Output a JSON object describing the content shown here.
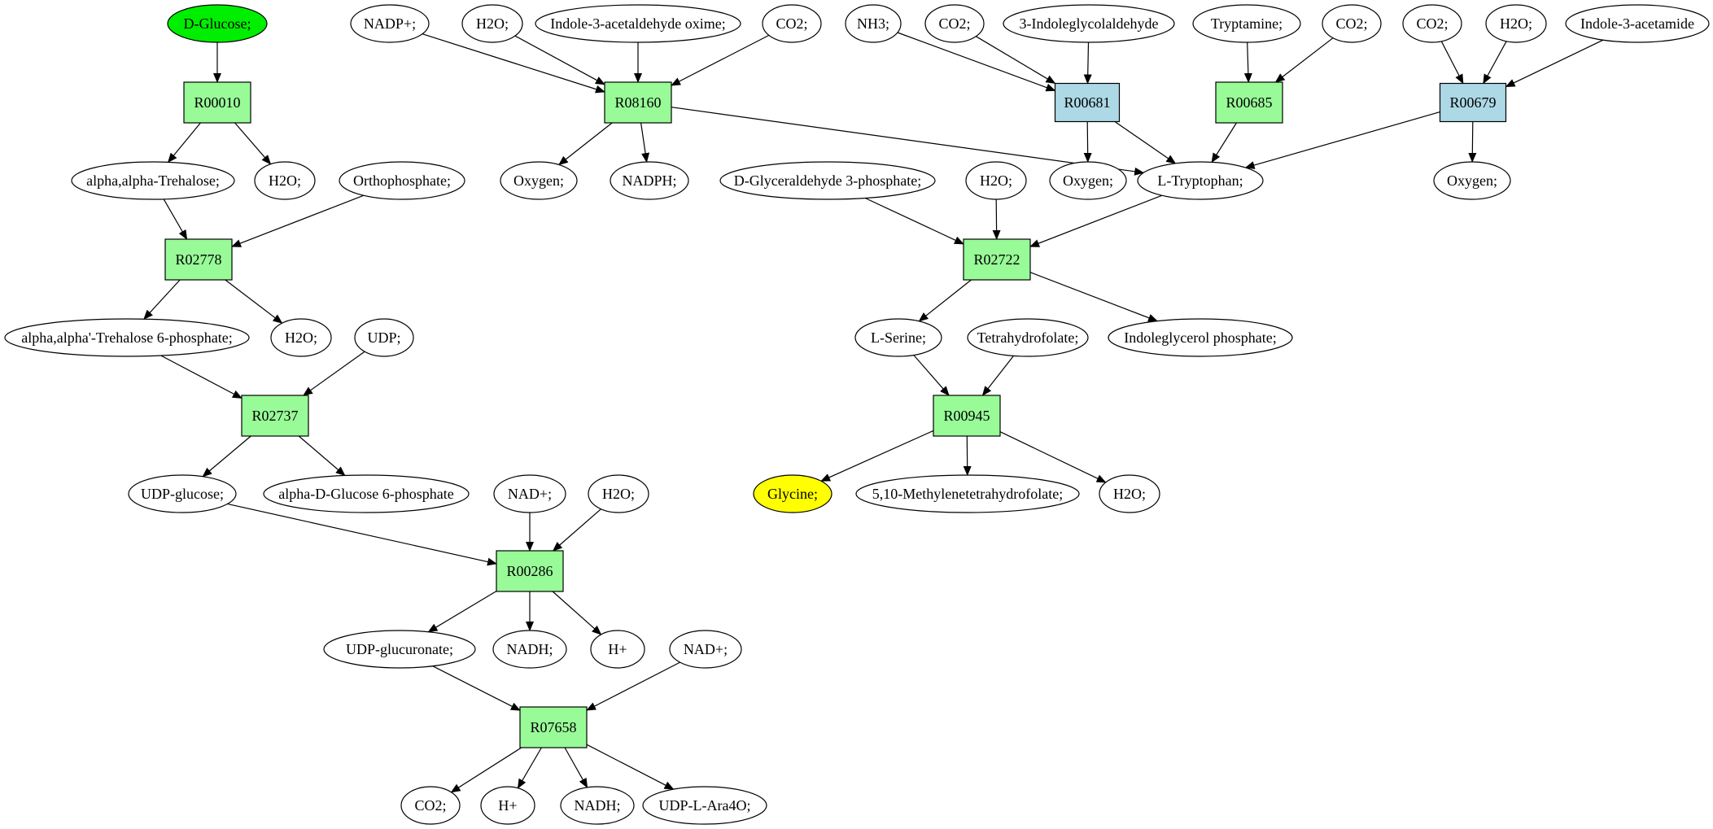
{
  "colors": {
    "metabolite": "#ffffff",
    "reaction": "#98fb98",
    "reaction_alt": "#add8e6",
    "start": "#00ee00",
    "target": "#ffff00"
  },
  "nodes": [
    {
      "id": "dglucose",
      "label": "D-Glucose;",
      "kind": "metabolite",
      "fill": "start"
    },
    {
      "id": "r00010",
      "label": "R00010",
      "kind": "reaction",
      "fill": "reaction"
    },
    {
      "id": "trehalose",
      "label": "alpha,alpha-Trehalose;",
      "kind": "metabolite"
    },
    {
      "id": "h2o_a",
      "label": "H2O;",
      "kind": "metabolite"
    },
    {
      "id": "orthophosphate",
      "label": "Orthophosphate;",
      "kind": "metabolite"
    },
    {
      "id": "r02778",
      "label": "R02778",
      "kind": "reaction",
      "fill": "reaction"
    },
    {
      "id": "trehalose6p",
      "label": "alpha,alpha'-Trehalose 6-phosphate;",
      "kind": "metabolite"
    },
    {
      "id": "h2o_b",
      "label": "H2O;",
      "kind": "metabolite"
    },
    {
      "id": "udp",
      "label": "UDP;",
      "kind": "metabolite"
    },
    {
      "id": "r02737",
      "label": "R02737",
      "kind": "reaction",
      "fill": "reaction"
    },
    {
      "id": "udpglucose",
      "label": "UDP-glucose;",
      "kind": "metabolite"
    },
    {
      "id": "glucose6p",
      "label": "alpha-D-Glucose 6-phosphate",
      "kind": "metabolite"
    },
    {
      "id": "nadplus_a",
      "label": "NAD+;",
      "kind": "metabolite"
    },
    {
      "id": "h2o_c",
      "label": "H2O;",
      "kind": "metabolite"
    },
    {
      "id": "r00286",
      "label": "R00286",
      "kind": "reaction",
      "fill": "reaction"
    },
    {
      "id": "udpglucuronate",
      "label": "UDP-glucuronate;",
      "kind": "metabolite"
    },
    {
      "id": "nadh_a",
      "label": "NADH;",
      "kind": "metabolite"
    },
    {
      "id": "hplus_a",
      "label": "H+",
      "kind": "metabolite"
    },
    {
      "id": "nadplus_b",
      "label": "NAD+;",
      "kind": "metabolite"
    },
    {
      "id": "r07658",
      "label": "R07658",
      "kind": "reaction",
      "fill": "reaction"
    },
    {
      "id": "co2_a",
      "label": "CO2;",
      "kind": "metabolite"
    },
    {
      "id": "hplus_b",
      "label": "H+",
      "kind": "metabolite"
    },
    {
      "id": "nadh_b",
      "label": "NADH;",
      "kind": "metabolite"
    },
    {
      "id": "udpara",
      "label": "UDP-L-Ara4O;",
      "kind": "metabolite"
    },
    {
      "id": "nadpplus",
      "label": "NADP+;",
      "kind": "metabolite"
    },
    {
      "id": "h2o_d",
      "label": "H2O;",
      "kind": "metabolite"
    },
    {
      "id": "oxime",
      "label": "Indole-3-acetaldehyde oxime;",
      "kind": "metabolite"
    },
    {
      "id": "co2_b",
      "label": "CO2;",
      "kind": "metabolite"
    },
    {
      "id": "r08160",
      "label": "R08160",
      "kind": "reaction",
      "fill": "reaction"
    },
    {
      "id": "oxygen_a",
      "label": "Oxygen;",
      "kind": "metabolite"
    },
    {
      "id": "nadph",
      "label": "NADPH;",
      "kind": "metabolite"
    },
    {
      "id": "nh3",
      "label": "NH3;",
      "kind": "metabolite"
    },
    {
      "id": "co2_c",
      "label": "CO2;",
      "kind": "metabolite"
    },
    {
      "id": "indoleglycolaldehyde",
      "label": "3-Indoleglycolaldehyde",
      "kind": "metabolite"
    },
    {
      "id": "r00681",
      "label": "R00681",
      "kind": "reaction",
      "fill": "reaction_alt"
    },
    {
      "id": "oxygen_b",
      "label": "Oxygen;",
      "kind": "metabolite"
    },
    {
      "id": "tryptamine",
      "label": "Tryptamine;",
      "kind": "metabolite"
    },
    {
      "id": "co2_d",
      "label": "CO2;",
      "kind": "metabolite"
    },
    {
      "id": "r00685",
      "label": "R00685",
      "kind": "reaction",
      "fill": "reaction"
    },
    {
      "id": "co2_e",
      "label": "CO2;",
      "kind": "metabolite"
    },
    {
      "id": "h2o_e",
      "label": "H2O;",
      "kind": "metabolite"
    },
    {
      "id": "acetamide",
      "label": "Indole-3-acetamide",
      "kind": "metabolite"
    },
    {
      "id": "r00679",
      "label": "R00679",
      "kind": "reaction",
      "fill": "reaction_alt"
    },
    {
      "id": "oxygen_c",
      "label": "Oxygen;",
      "kind": "metabolite"
    },
    {
      "id": "ltryptophan",
      "label": "L-Tryptophan;",
      "kind": "metabolite"
    },
    {
      "id": "g3p",
      "label": "D-Glyceraldehyde 3-phosphate;",
      "kind": "metabolite"
    },
    {
      "id": "h2o_f",
      "label": "H2O;",
      "kind": "metabolite"
    },
    {
      "id": "r02722",
      "label": "R02722",
      "kind": "reaction",
      "fill": "reaction"
    },
    {
      "id": "lserine",
      "label": "L-Serine;",
      "kind": "metabolite"
    },
    {
      "id": "thf",
      "label": "Tetrahydrofolate;",
      "kind": "metabolite"
    },
    {
      "id": "igp",
      "label": "Indoleglycerol phosphate;",
      "kind": "metabolite"
    },
    {
      "id": "r00945",
      "label": "R00945",
      "kind": "reaction",
      "fill": "reaction"
    },
    {
      "id": "glycine",
      "label": "Glycine;",
      "kind": "metabolite",
      "fill": "target"
    },
    {
      "id": "methylene_thf",
      "label": "5,10-Methylenetetrahydrofolate;",
      "kind": "metabolite"
    },
    {
      "id": "h2o_g",
      "label": "H2O;",
      "kind": "metabolite"
    }
  ],
  "edges": [
    [
      "dglucose",
      "r00010"
    ],
    [
      "r00010",
      "trehalose"
    ],
    [
      "r00010",
      "h2o_a"
    ],
    [
      "trehalose",
      "r02778"
    ],
    [
      "orthophosphate",
      "r02778"
    ],
    [
      "r02778",
      "trehalose6p"
    ],
    [
      "r02778",
      "h2o_b"
    ],
    [
      "trehalose6p",
      "r02737"
    ],
    [
      "udp",
      "r02737"
    ],
    [
      "r02737",
      "udpglucose"
    ],
    [
      "r02737",
      "glucose6p"
    ],
    [
      "udpglucose",
      "r00286"
    ],
    [
      "nadplus_a",
      "r00286"
    ],
    [
      "h2o_c",
      "r00286"
    ],
    [
      "r00286",
      "udpglucuronate"
    ],
    [
      "r00286",
      "nadh_a"
    ],
    [
      "r00286",
      "hplus_a"
    ],
    [
      "udpglucuronate",
      "r07658"
    ],
    [
      "nadplus_b",
      "r07658"
    ],
    [
      "r07658",
      "co2_a"
    ],
    [
      "r07658",
      "hplus_b"
    ],
    [
      "r07658",
      "nadh_b"
    ],
    [
      "r07658",
      "udpara"
    ],
    [
      "nadpplus",
      "r08160"
    ],
    [
      "h2o_d",
      "r08160"
    ],
    [
      "oxime",
      "r08160"
    ],
    [
      "co2_b",
      "r08160"
    ],
    [
      "r08160",
      "oxygen_a"
    ],
    [
      "r08160",
      "nadph"
    ],
    [
      "r08160",
      "ltryptophan"
    ],
    [
      "nh3",
      "r00681"
    ],
    [
      "co2_c",
      "r00681"
    ],
    [
      "indoleglycolaldehyde",
      "r00681"
    ],
    [
      "r00681",
      "oxygen_b"
    ],
    [
      "r00681",
      "ltryptophan"
    ],
    [
      "tryptamine",
      "r00685"
    ],
    [
      "co2_d",
      "r00685"
    ],
    [
      "r00685",
      "ltryptophan"
    ],
    [
      "co2_e",
      "r00679"
    ],
    [
      "h2o_e",
      "r00679"
    ],
    [
      "acetamide",
      "r00679"
    ],
    [
      "r00679",
      "ltryptophan"
    ],
    [
      "r00679",
      "oxygen_c"
    ],
    [
      "g3p",
      "r02722"
    ],
    [
      "h2o_f",
      "r02722"
    ],
    [
      "ltryptophan",
      "r02722"
    ],
    [
      "r02722",
      "lserine"
    ],
    [
      "r02722",
      "igp"
    ],
    [
      "lserine",
      "r00945"
    ],
    [
      "thf",
      "r00945"
    ],
    [
      "r00945",
      "glycine"
    ],
    [
      "r00945",
      "methylene_thf"
    ],
    [
      "r00945",
      "h2o_g"
    ]
  ]
}
